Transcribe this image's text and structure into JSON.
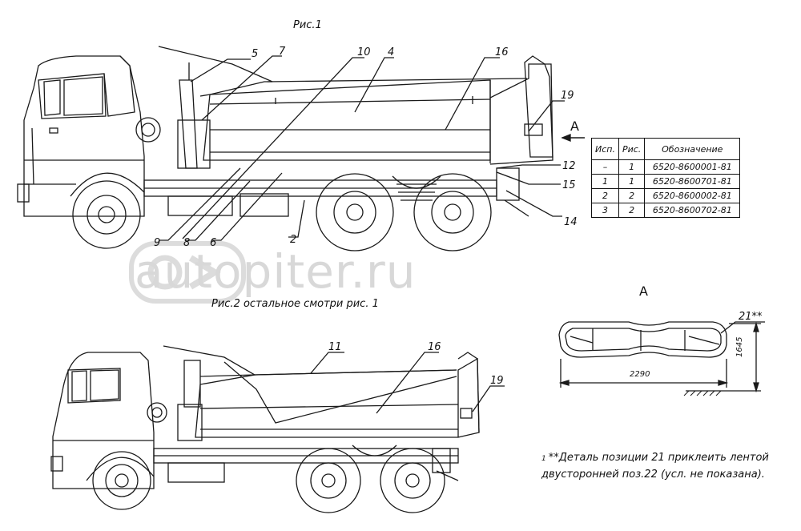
{
  "figure1": {
    "title": "Рис.1",
    "callouts": [
      "5",
      "7",
      "10",
      "4",
      "16",
      "19",
      "A",
      "12",
      "15",
      "14",
      "9",
      "8",
      "6",
      "2"
    ]
  },
  "figure2": {
    "title": "Рис.2 остальное смотри рис. 1",
    "callouts": [
      "11",
      "16",
      "19"
    ]
  },
  "view_a": {
    "label": "A",
    "callout": "21**",
    "dim_width": "2290",
    "dim_height": "1645"
  },
  "spec_table": {
    "headers": [
      "Исп.",
      "Рис.",
      "Обозначение"
    ],
    "rows": [
      [
        "–",
        "1",
        "6520-8600001-81"
      ],
      [
        "1",
        "1",
        "6520-8600701-81"
      ],
      [
        "2",
        "2",
        "6520-8600002-81"
      ],
      [
        "3",
        "2",
        "6520-8600702-81"
      ]
    ]
  },
  "note": {
    "number": "1",
    "line1": "**Деталь позиции 21 приклеить  лентой",
    "line2": "двусторонней поз.22 (усл. не показана)."
  },
  "watermark": "autopiter.ru"
}
